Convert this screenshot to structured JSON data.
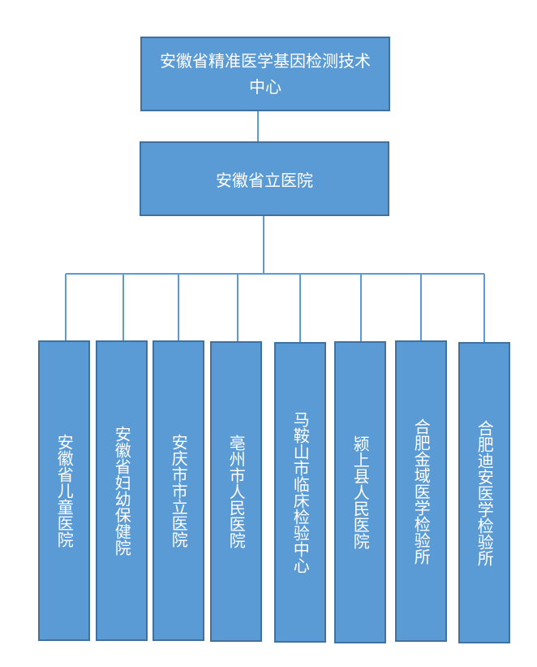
{
  "org_chart": {
    "root": "安徽省精准医学基因检测技术中心",
    "hub": "安徽省立医院",
    "members": [
      "安徽省儿童医院",
      "安徽省妇幼保健院",
      "安庆市市立医院",
      "亳州市人民医院",
      "马鞍山市临床检验中心",
      "颍上县人民医院",
      "合肥金域医学检验所",
      "合肥迪安医学检验所"
    ]
  },
  "colors": {
    "box_fill": "#5b9bd5",
    "box_border": "#41719c",
    "connector": "#5b9bd5",
    "text": "#ffffff"
  }
}
